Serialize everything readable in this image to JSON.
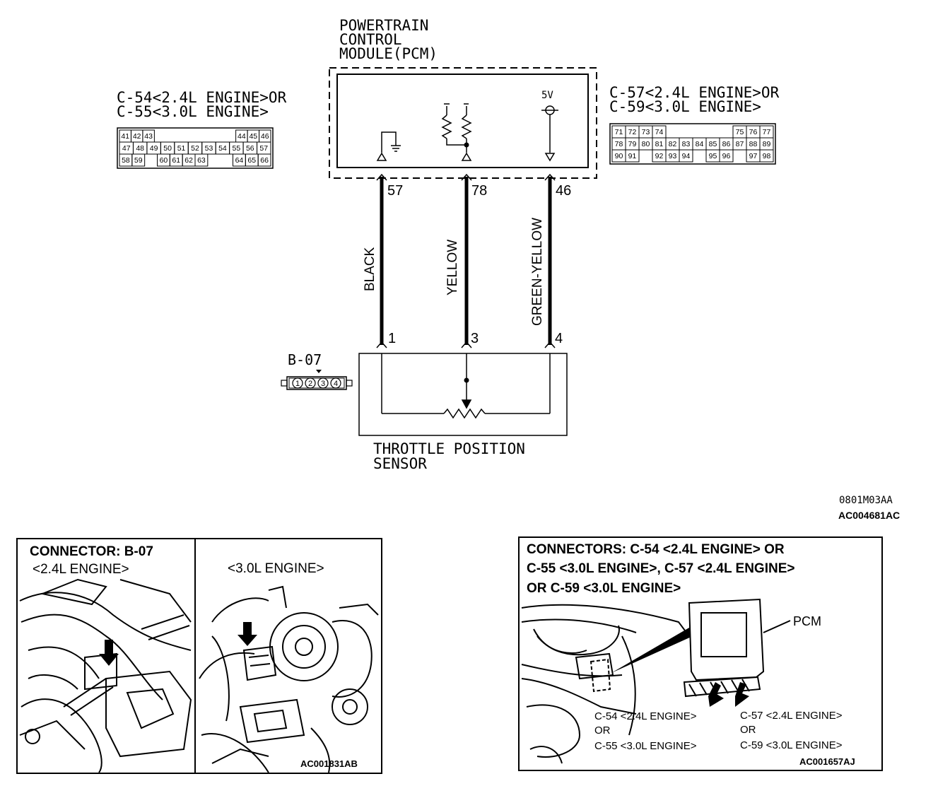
{
  "pcm": {
    "title_lines": [
      "POWERTRAIN",
      "CONTROL",
      "MODULE(PCM)"
    ],
    "voltage": "5V"
  },
  "left_connector": {
    "label_lines": [
      "C-54<2.4L ENGINE>OR",
      "C-55<3.0L ENGINE>"
    ],
    "rows": [
      [
        "41",
        "42",
        "43",
        "",
        "",
        "",
        "",
        "",
        "",
        "",
        "44",
        "45",
        "46"
      ],
      [
        "47",
        "48",
        "49",
        "50",
        "51",
        "52",
        "53",
        "54",
        "55",
        "56",
        "57"
      ],
      [
        "58",
        "59",
        "",
        "60",
        "61",
        "62",
        "63",
        "",
        "",
        "64",
        "65",
        "66"
      ]
    ]
  },
  "right_connector": {
    "label_lines": [
      "C-57<2.4L ENGINE>OR",
      "C-59<3.0L ENGINE>"
    ],
    "rows": [
      [
        "71",
        "72",
        "73",
        "74",
        "",
        "",
        "",
        "",
        "",
        "75",
        "76",
        "77"
      ],
      [
        "78",
        "79",
        "80",
        "81",
        "82",
        "83",
        "84",
        "85",
        "86",
        "87",
        "88",
        "89"
      ],
      [
        "90",
        "91",
        "",
        "92",
        "93",
        "94",
        "",
        "95",
        "96",
        "",
        "97",
        "98"
      ]
    ]
  },
  "wires": [
    {
      "pcm_pin": "57",
      "color": "BLACK",
      "sensor_pin": "1"
    },
    {
      "pcm_pin": "78",
      "color": "YELLOW",
      "sensor_pin": "3"
    },
    {
      "pcm_pin": "46",
      "color": "GREEN-YELLOW",
      "sensor_pin": "4"
    }
  ],
  "sensor_connector": {
    "id": "B-07",
    "pins": [
      "1",
      "2",
      "3",
      "4"
    ]
  },
  "sensor": {
    "label_lines": [
      "THROTTLE POSITION",
      "SENSOR"
    ]
  },
  "codes": {
    "code1": "0801M03AA",
    "code2": "AC004681AC"
  },
  "panel_left": {
    "title": "CONNECTOR: B-07",
    "sub1": "<2.4L ENGINE>",
    "sub2": "<3.0L ENGINE>",
    "code": "AC001831AB"
  },
  "panel_right": {
    "title_lines": [
      "CONNECTORS: C-54 <2.4L ENGINE> OR",
      "C-55 <3.0L ENGINE>, C-57 <2.4L ENGINE>",
      "OR C-59 <3.0L ENGINE>"
    ],
    "pcm_label": "PCM",
    "left_callout": [
      "C-54 <2.4L ENGINE>",
      "OR",
      "C-55 <3.0L ENGINE>"
    ],
    "right_callout": [
      "C-57 <2.4L ENGINE>",
      "OR",
      "C-59 <3.0L ENGINE>"
    ],
    "code": "AC001657AJ"
  }
}
